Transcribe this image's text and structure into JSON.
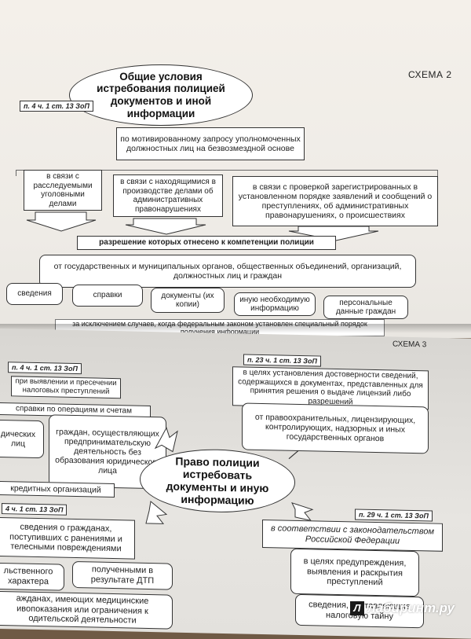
{
  "scheme2": {
    "label": "СХЕМА 2",
    "title": "Общие условия истребования полицией документов и иной информации",
    "ref": "п. 4 ч. 1 ст. 13 ЗоП",
    "request": "по мотивированному запросу уполномоченных должностных лиц на безвозмездной основе",
    "branches": [
      "в связи с расследуемыми уголовными делами",
      "в связи с находящимися в производстве делами об административных правонарушениях",
      "в связи с проверкой зарегистрированных в установленном порядке заявлений и сообщений о преступлениях, об административных правонарушениях, о происшествиях"
    ],
    "competence": "разрешение которых отнесено к компетенции полиции",
    "sources": "от государственных и муниципальных органов, общественных объединений, организаций, должностных лиц и граждан",
    "items": [
      "сведения",
      "справки",
      "документы (их копии)",
      "иную необходимую информацию",
      "персональные данные граждан"
    ],
    "exception": "за исключением случаев, когда федеральным законом установлен специальный порядок получения информации"
  },
  "scheme3": {
    "label": "СХЕМА 3",
    "center": "Право полиции истребовать документы и иную информацию",
    "ref_left_top": "п. 4 ч. 1 ст. 13 ЗоП",
    "left_top_cond": "при выявлении и пресечении налоговых преступлений",
    "left_items": [
      "справки по операциям и счетам",
      "дических лиц",
      "граждан, осуществляющих предпринимательскую деятельность без образования юридического лица",
      "кредитных организаций"
    ],
    "ref_left_bottom": "4 ч. 1 ст. 13 ЗоП",
    "left_bottom_main": "сведения о гражданах, поступивших с ранениями и телесными повреждениями",
    "left_bottom_items": [
      "льственного характера",
      "полученными в результате ДТП",
      "ажданах, имеющих медицинские ивопоказания или ограничения к одительской деятельности"
    ],
    "ref_right_top": "п. 23 ч. 1 ст. 13 ЗоП",
    "right_top_cond": "в целях установления достоверности сведений, содержащихся в документах, представленных для принятия решения о выдаче лицензий либо разрешений",
    "right_top_sources": "от правоохранительных, лицензирующих, контролирующих, надзорных и иных государственных органов",
    "ref_right_bottom": "п. 29 ч. 1 ст. 13 ЗоП",
    "right_bottom_law": "в соответствии с законодательством Российской Федерации",
    "right_bottom_goal": "в целях предупреждения, выявления и раскрытия преступлений",
    "right_bottom_info": "сведения, составляющие налоговую тайну"
  },
  "watermark": "лабиринт.ру"
}
